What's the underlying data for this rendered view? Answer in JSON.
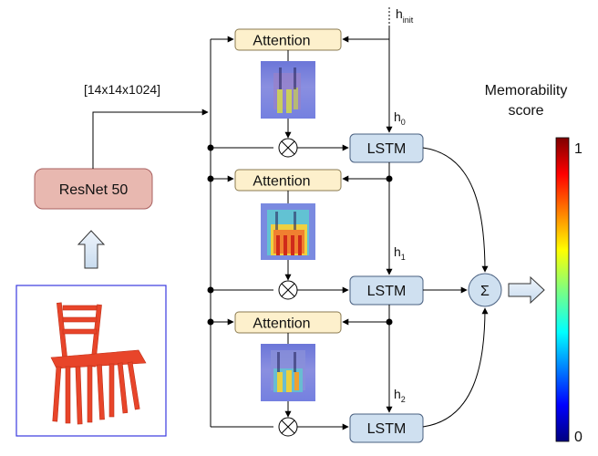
{
  "boxes": {
    "resnet": "ResNet 50",
    "attention": [
      "Attention",
      "Attention",
      "Attention"
    ],
    "lstm": [
      "LSTM",
      "LSTM",
      "LSTM"
    ],
    "sum_symbol": "Σ",
    "multiply_symbol": "⊗"
  },
  "labels": {
    "feature_shape": "[14x14x1024]",
    "h_init": {
      "main": "h",
      "sub": "init"
    },
    "hidden_states": [
      {
        "main": "h",
        "sub": "0"
      },
      {
        "main": "h",
        "sub": "1"
      },
      {
        "main": "h",
        "sub": "2"
      }
    ]
  },
  "colorbar": {
    "title_line1": "Memorability",
    "title_line2": "score",
    "max_label": "1",
    "min_label": "0",
    "colormap": "jet"
  },
  "images": {
    "input": "red-chair-photo",
    "attention_maps": [
      "attention-heatmap-1",
      "attention-heatmap-2",
      "attention-heatmap-3"
    ]
  },
  "colors": {
    "resnet_fill": "#e8b8b0",
    "resnet_stroke": "#a86060",
    "attention_fill": "#fdf0cc",
    "attention_stroke": "#8a7a50",
    "lstm_fill": "#cfe0f0",
    "lstm_stroke": "#4a6080",
    "input_frame": "#3a3ae0",
    "chair": "#e8452a"
  }
}
